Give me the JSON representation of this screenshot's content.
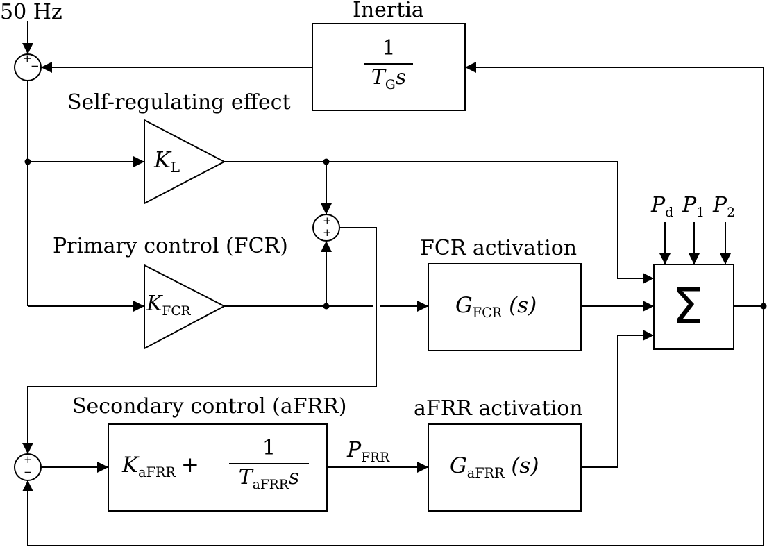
{
  "input": {
    "reference": "50 Hz"
  },
  "blocks": {
    "inertia": {
      "caption": "Inertia",
      "num": "1",
      "den_sym": "T",
      "den_sub": "G",
      "den_var": "s"
    },
    "self_reg": {
      "caption": "Self-regulating effect",
      "sym": "K",
      "sub": "L"
    },
    "primary": {
      "caption": "Primary control (FCR)",
      "sym": "K",
      "sub": "FCR"
    },
    "fcr_act": {
      "caption": "FCR activation",
      "sym": "G",
      "sub": "FCR",
      "arg": "(s)"
    },
    "secondary": {
      "caption": "Secondary control (aFRR)",
      "sym": "K",
      "sub": "aFRR",
      "plus": "+",
      "num": "1",
      "den_sym": "T",
      "den_sub": "aFRR",
      "den_var": "s"
    },
    "afrr_act": {
      "caption": "aFRR activation",
      "sym": "G",
      "sub": "aFRR",
      "arg": "(s)"
    },
    "sum": {
      "symbol": "Σ"
    }
  },
  "signals": {
    "p_frr": {
      "sym": "P",
      "sub": "FRR"
    },
    "p_d": {
      "sym": "P",
      "sub": "d"
    },
    "p_1": {
      "sym": "P",
      "sub": "1"
    },
    "p_2": {
      "sym": "P",
      "sub": "2"
    }
  },
  "junctions": {
    "top": {
      "plus": "+",
      "minus": "−"
    },
    "mid": {
      "plus_top": "+",
      "plus_bottom": "+"
    },
    "bottom": {
      "plus": "+",
      "minus": "−"
    }
  }
}
